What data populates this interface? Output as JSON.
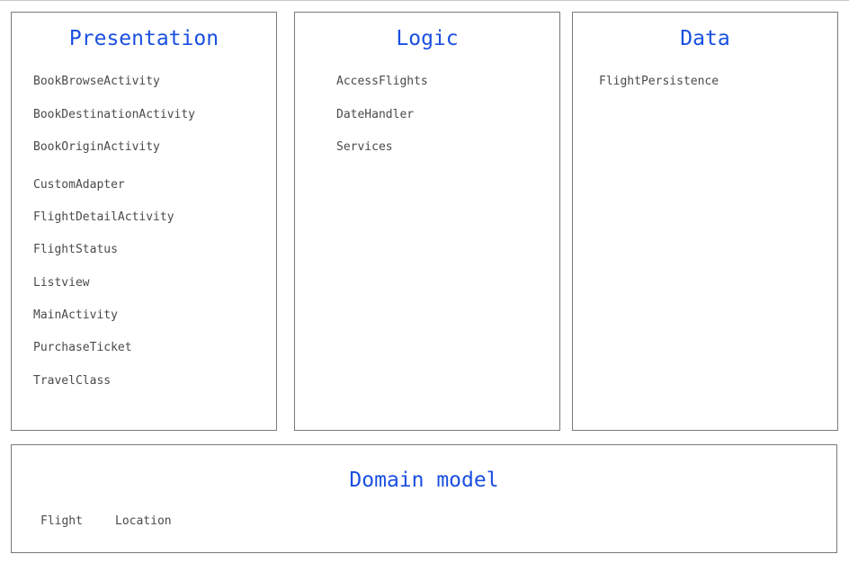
{
  "presentation": {
    "title": "Presentation",
    "items": [
      "BookBrowseActivity",
      "BookDestinationActivity",
      "BookOriginActivity",
      "CustomAdapter",
      "FlightDetailActivity",
      "FlightStatus",
      "Listview",
      "MainActivity",
      "PurchaseTicket",
      "TravelClass"
    ]
  },
  "logic": {
    "title": "Logic",
    "items": [
      "AccessFlights",
      "DateHandler",
      "Services"
    ]
  },
  "data": {
    "title": "Data",
    "items": [
      "FlightPersistence"
    ]
  },
  "domain_model": {
    "title": "Domain model",
    "items": [
      "Flight",
      "Location"
    ]
  },
  "colors": {
    "title": "#1a4fe0",
    "item_text": "#4a4a4a",
    "border": "#7a7a7a"
  }
}
